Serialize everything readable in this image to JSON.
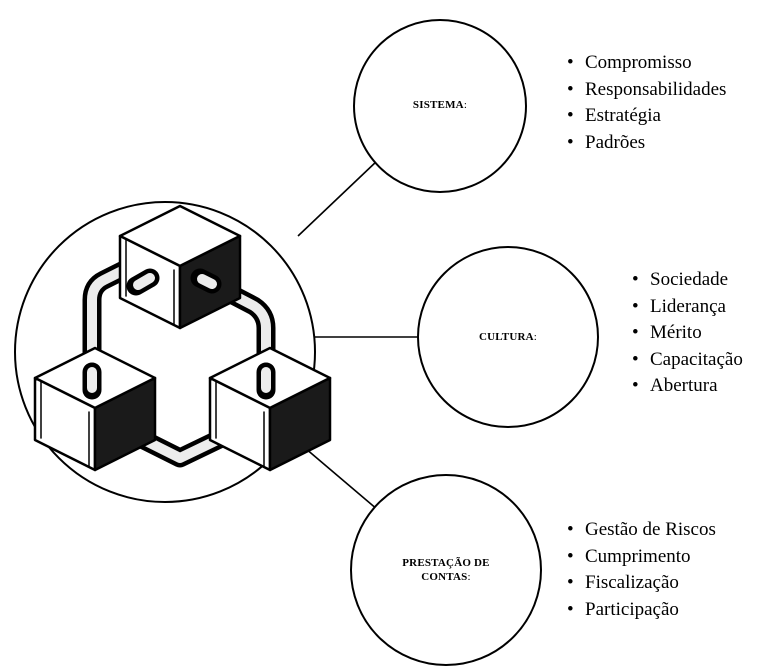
{
  "hub": {
    "icon": "interlocking-cubes-icon"
  },
  "nodes": [
    {
      "id": "sistema",
      "title": "SISTEMA",
      "suffix": ":",
      "items": [
        "Compromisso",
        "Responsabilidades",
        "Estratégia",
        "Padrões"
      ]
    },
    {
      "id": "cultura",
      "title": "CULTURA",
      "suffix": ":",
      "items": [
        "Sociedade",
        "Liderança",
        "Mérito",
        "Capacitação",
        "Abertura"
      ]
    },
    {
      "id": "prestacao",
      "title_line1": "PRESTAÇÃO DE",
      "title_line2": "CONTAS",
      "suffix": ":",
      "items": [
        "Gestão de Riscos",
        "Cumprimento",
        "Fiscalização",
        "Participação"
      ]
    }
  ]
}
